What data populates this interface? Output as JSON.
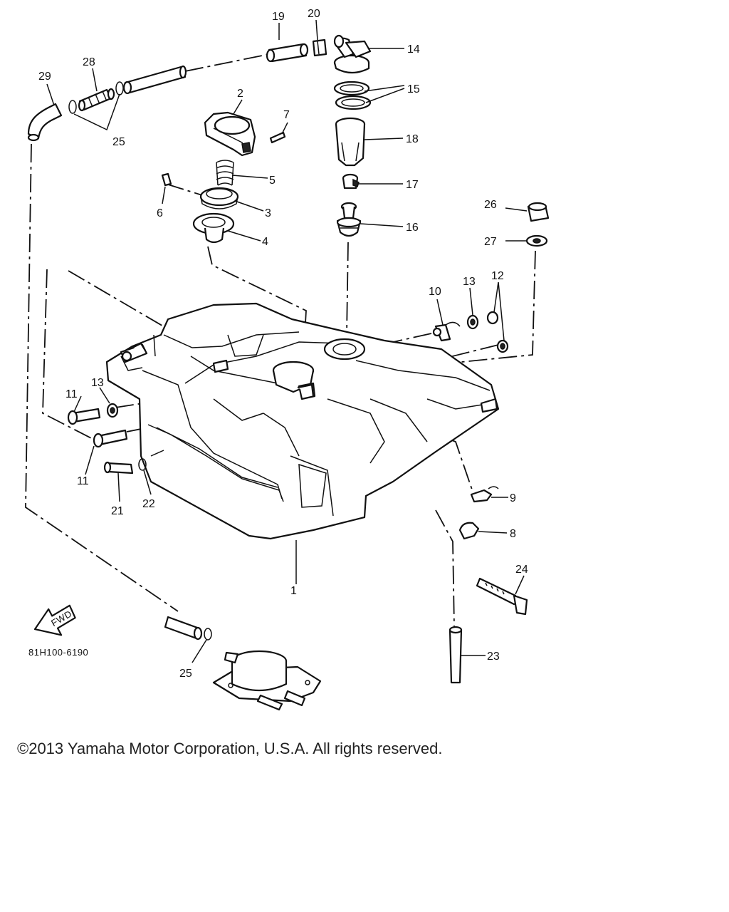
{
  "diagram": {
    "drawing_code": "81H100-6190",
    "fwd_label": "FWD",
    "callouts": [
      "1",
      "2",
      "3",
      "4",
      "5",
      "6",
      "7",
      "8",
      "9",
      "10",
      "11",
      "11",
      "12",
      "13",
      "13",
      "14",
      "15",
      "16",
      "17",
      "18",
      "19",
      "20",
      "21",
      "22",
      "23",
      "24",
      "25",
      "25",
      "26",
      "27",
      "28",
      "29"
    ]
  },
  "footer": {
    "copyright": "©2013 Yamaha Motor Corporation, U.S.A. All rights reserved."
  }
}
